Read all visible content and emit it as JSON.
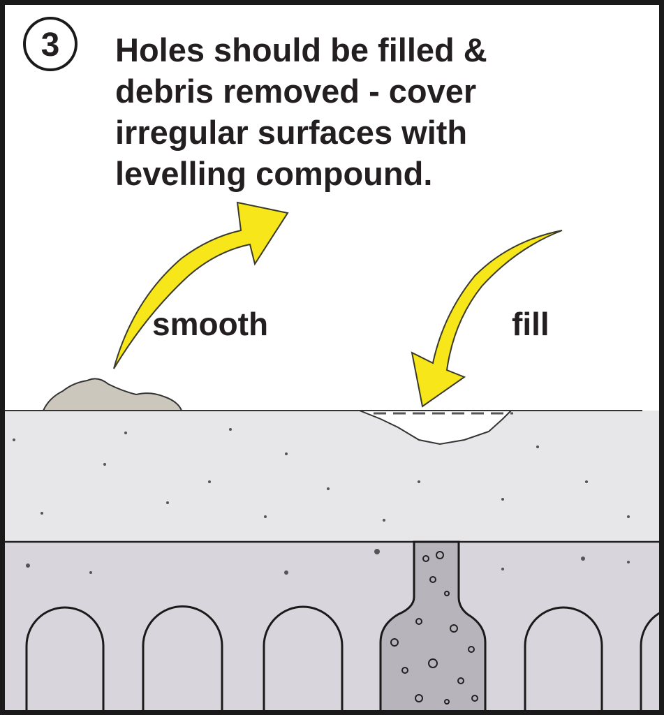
{
  "step_number": "3",
  "title_lines": [
    "Holes should be filled &",
    "debris removed - cover",
    "irregular surfaces with",
    "levelling compound."
  ],
  "labels": {
    "smooth": "smooth",
    "fill": "fill"
  },
  "colors": {
    "arrow": "#f6e61a",
    "slab_upper": "#e7e7ea",
    "slab_lower": "#d9d5dc",
    "border": "#1a1a1a"
  }
}
